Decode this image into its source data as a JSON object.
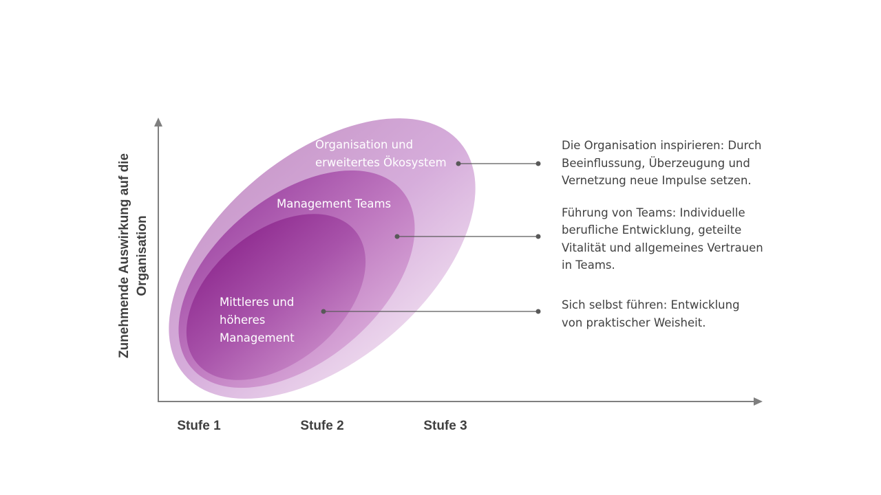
{
  "y_axis_label": [
    "Zunehmende Auswirkung auf die",
    "Organisation"
  ],
  "x_axis_ticks": [
    "Stufe 1",
    "Stufe 2",
    "Stufe 3"
  ],
  "circles": [
    {
      "label": [
        "Organisation und",
        "erweitertes Ökosystem"
      ],
      "description": [
        "Die Organisation inspirieren: Durch",
        "Beeinflussung, Überzeugung und",
        "Vernetzung neue Impulse setzen."
      ]
    },
    {
      "label": [
        "Management Teams"
      ],
      "description": [
        "Führung von Teams: Individuelle",
        "berufliche Entwicklung, geteilte",
        "Vitalität und allgemeines Vertrauen",
        "in Teams."
      ]
    },
    {
      "label": [
        "Mittleres und",
        "höheres",
        "Management"
      ],
      "description": [
        "Sich selbst führen: Entwicklung",
        "von praktischer Weisheit."
      ]
    }
  ],
  "colors": {
    "axis": "#7f7f7f",
    "text": "#404040",
    "accent": "#8f2a90"
  }
}
